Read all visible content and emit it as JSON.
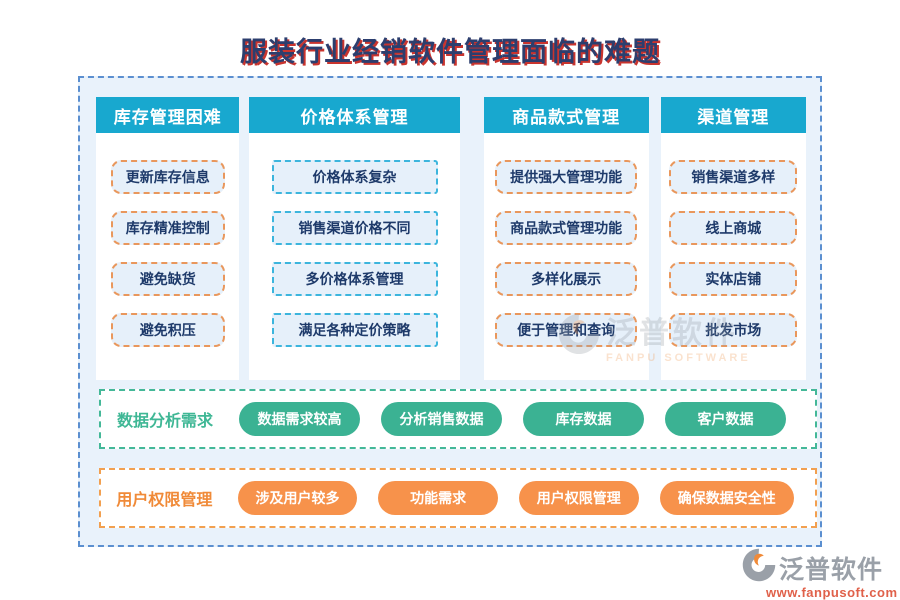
{
  "title": "服装行业经销软件管理面临的难题",
  "columns": [
    {
      "header": "库存管理困难",
      "border_style": "orange-dashed",
      "items": [
        "更新库存信息",
        "库存精准控制",
        "避免缺货",
        "避免积压"
      ]
    },
    {
      "header": "价格体系管理",
      "border_style": "cyan-dashed",
      "items": [
        "价格体系复杂",
        "销售渠道价格不同",
        "多价格体系管理",
        "满足各种定价策略"
      ]
    },
    {
      "header": "商品款式管理",
      "border_style": "orange-dashed",
      "items": [
        "提供强大管理功能",
        "商品款式管理功能",
        "多样化展示",
        "便于管理和查询"
      ]
    },
    {
      "header": "渠道管理",
      "border_style": "orange-dashed",
      "items": [
        "销售渠道多样",
        "线上商城",
        "实体店铺",
        "批发市场"
      ]
    }
  ],
  "bands": [
    {
      "label": "数据分析需求",
      "theme": "green",
      "pills": [
        "数据需求较高",
        "分析销售数据",
        "库存数据",
        "客户数据"
      ]
    },
    {
      "label": "用户权限管理",
      "theme": "orange",
      "pills": [
        "涉及用户较多",
        "功能需求",
        "用户权限管理",
        "确保数据安全性"
      ]
    }
  ],
  "watermark": {
    "cn": "泛普软件",
    "en": "FANPU SOFTWARE"
  },
  "logo": {
    "name": "泛普软件",
    "url": "www.fanpusoft.com"
  },
  "colors": {
    "title_navy": "#2c3e6e",
    "title_red_shadow": "#c9342e",
    "header_teal": "#18a8cf",
    "container_bg": "#e9f2fb",
    "outer_border_blue": "#5b8fd0",
    "item_fill": "#e6f0fa",
    "item_border_orange": "#e9975c",
    "item_border_cyan": "#3cb5dd",
    "item_text_navy": "#1e3a6a",
    "pill_green": "#3bb293",
    "band_green_border": "#44b898",
    "label_green": "#3fb795",
    "pill_orange": "#f7924b",
    "band_orange_border": "#f2a050",
    "label_orange": "#f08a38",
    "logo_gray": "#9aa0a8",
    "logo_url_orange": "#e0614a"
  }
}
